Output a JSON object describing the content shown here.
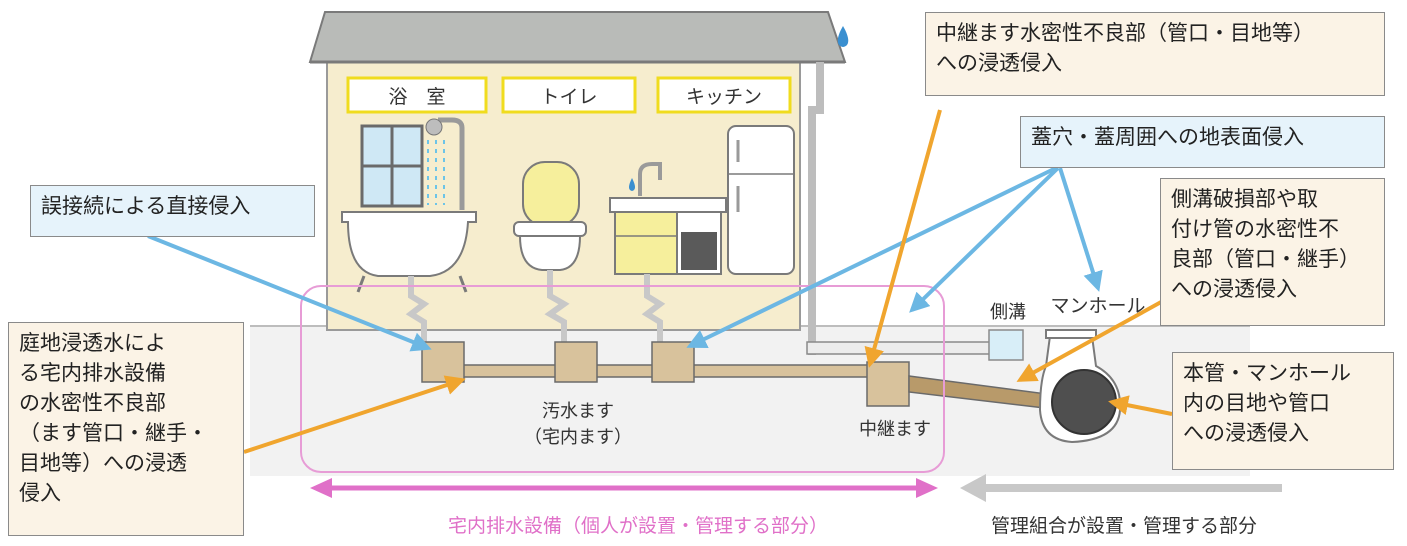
{
  "house": {
    "rooms": [
      {
        "label": "浴　室"
      },
      {
        "label": "トイレ"
      },
      {
        "label": "キッチン"
      }
    ]
  },
  "labels": {
    "sewage_masu_line1": "汚水ます",
    "sewage_masu_line2": "（宅内ます）",
    "relay_masu": "中継ます",
    "side_ditch": "側溝",
    "manhole": "マンホール"
  },
  "callouts": {
    "misconnection": "誤接続による直接侵入",
    "relay_masu_joint": [
      "中継ます水密性不良部（管口・目地等）",
      "への浸透侵入"
    ],
    "lid_surface": "蓋穴・蓋周囲への地表面侵入",
    "side_ditch_damage": [
      "側溝破損部や取",
      "付け管の水密性不",
      "良部（管口・継手）",
      "への浸透侵入"
    ],
    "garden_seepage": [
      "庭地浸透水によ",
      "る宅内排水設備",
      "の水密性不良部",
      "（ます管口・継手・",
      "目地等）への浸透",
      "侵入"
    ],
    "main_pipe_manhole": [
      "本管・マンホール",
      "内の目地や管口",
      "への浸透侵入"
    ]
  },
  "legend": {
    "private_facility": "宅内排水設備（個人が設置・管理する部分）",
    "association_part": "管理組合が設置・管理する部分"
  },
  "colors": {
    "blue_arrow": "#6cb7e3",
    "orange_arrow": "#f0a52e",
    "pink_range": "#e070c8",
    "gray_range": "#c8c8c8",
    "room_label_border": "#f0dc1e",
    "house_wall": "#f6edce",
    "masu": "#d8c29c"
  }
}
